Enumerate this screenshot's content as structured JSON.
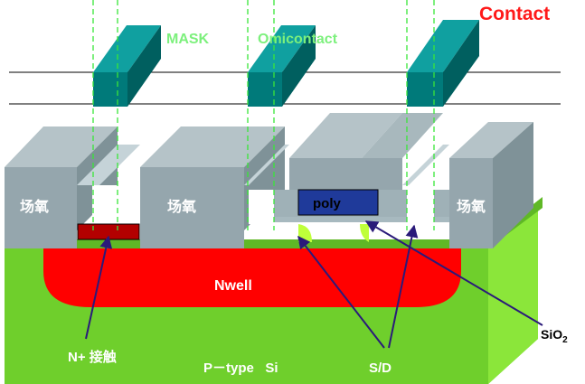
{
  "title": "Contact",
  "labels": {
    "mask": "MASK",
    "ohmic": "Omicontact",
    "field_oxide": "场氧",
    "poly": "poly",
    "nwell": "Nwell",
    "n_plus_contact": "N+ 接触",
    "substrate": "P－type   Si",
    "source_drain": "S/D",
    "sio2_main": "SiO",
    "sio2_sub": "2"
  },
  "colors": {
    "title": "#ff1a1a",
    "annotation": "#7cf07c",
    "substrate": "#6fcf2c",
    "nwell": "#ff0000",
    "field_oxide": "#93a5ad",
    "mask_block": "#007a7a",
    "poly": "#1f3a9a",
    "arrows": "#2a1a7a",
    "n_plus": "#b30000"
  }
}
